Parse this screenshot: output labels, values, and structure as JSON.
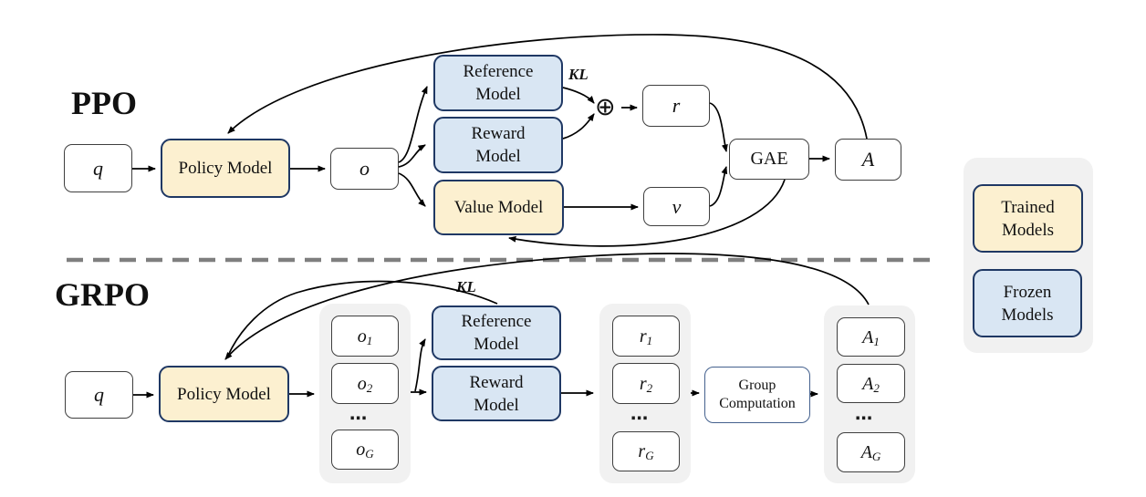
{
  "ppo": {
    "title": "PPO",
    "q": "q",
    "policy": "Policy Model",
    "o": "o",
    "reference": "Reference Model",
    "reward": "Reward Model",
    "value": "Value Model",
    "kl": "KL",
    "oplus": "⊕",
    "r": "r",
    "v": "v",
    "gae": "GAE",
    "a": "A"
  },
  "grpo": {
    "title": "GRPO",
    "q": "q",
    "policy": "Policy Model",
    "kl": "KL",
    "reference": "Reference Model",
    "reward": "Reward Model",
    "group_computation": "Group Computation",
    "ellipsis": "⋯",
    "o_items": [
      {
        "base": "o",
        "sub": "1"
      },
      {
        "base": "o",
        "sub": "2"
      },
      {
        "base": "o",
        "sub": "G"
      }
    ],
    "r_items": [
      {
        "base": "r",
        "sub": "1"
      },
      {
        "base": "r",
        "sub": "2"
      },
      {
        "base": "r",
        "sub": "G"
      }
    ],
    "a_items": [
      {
        "base": "A",
        "sub": "1"
      },
      {
        "base": "A",
        "sub": "2"
      },
      {
        "base": "A",
        "sub": "G"
      }
    ]
  },
  "legend": {
    "trained": "Trained Models",
    "frozen": "Frozen Models"
  },
  "colors": {
    "trained_fill": "#FCF0D0",
    "frozen_fill": "#D9E6F3",
    "border_navy": "#1F3864",
    "container_gray": "#F1F1F1",
    "divider_gray": "#7F7F7F",
    "gc_border": "#44618E"
  }
}
